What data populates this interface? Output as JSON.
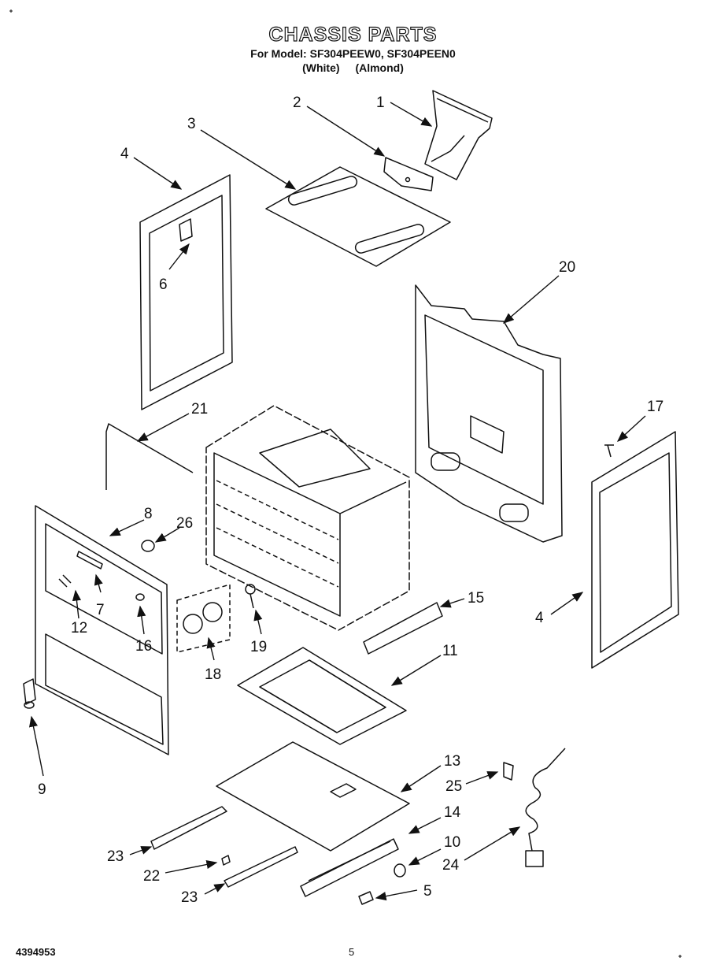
{
  "header": {
    "title": "CHASSIS PARTS",
    "model_line": "For Model: SF304PEEW0, SF304PEEN0",
    "variant_white": "(White)",
    "variant_almond": "(Almond)"
  },
  "callouts": [
    "1",
    "2",
    "3",
    "4",
    "6",
    "20",
    "21",
    "17",
    "8",
    "26",
    "7",
    "12",
    "16",
    "18",
    "19",
    "15",
    "11",
    "4",
    "9",
    "13",
    "25",
    "14",
    "10",
    "24",
    "23",
    "22",
    "23",
    "5"
  ],
  "footer": {
    "doc_number": "4394953",
    "page_number": "5"
  }
}
